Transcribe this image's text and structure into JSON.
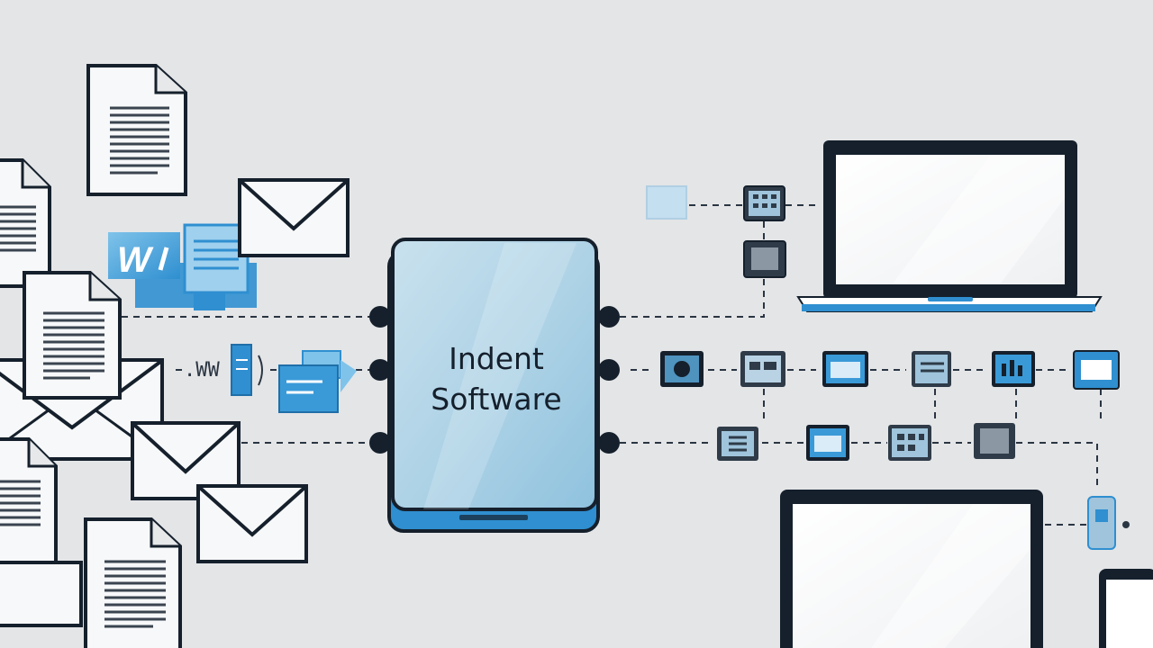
{
  "hub": {
    "line1": "Indent",
    "line2": "Software"
  },
  "word_badge": {
    "letter": "W"
  },
  "squiggle_text": ".WW",
  "colors": {
    "background": "#e4e5e7",
    "outline": "#15202c",
    "accent": "#2f8fd0",
    "light_blue": "#b9d9ea",
    "paper": "#f7f8f9"
  }
}
